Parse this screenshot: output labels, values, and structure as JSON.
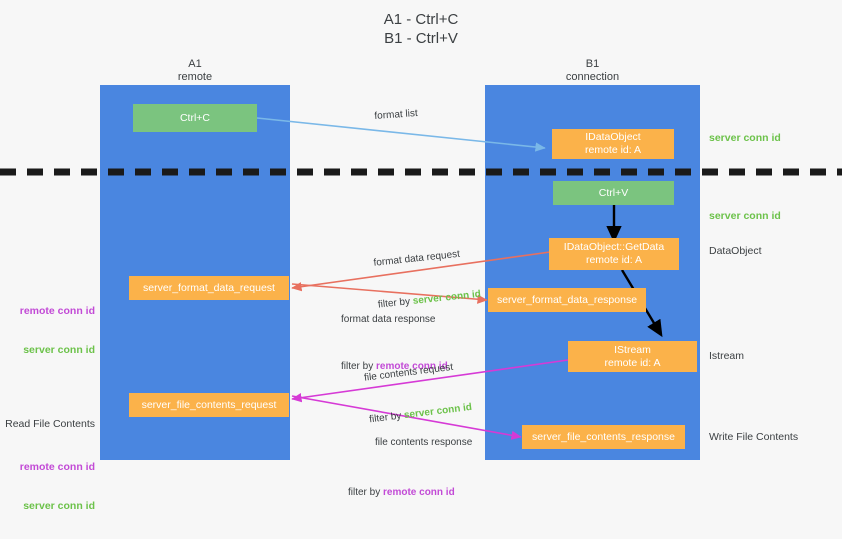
{
  "title": "A1 - Ctrl+C\nB1 - Ctrl+V",
  "lanes": [
    {
      "id": "a1",
      "name": "A1",
      "role": "remote",
      "header": "A1\nremote"
    },
    {
      "id": "b1",
      "name": "B1",
      "role": "connection",
      "header": "B1\nconnection"
    }
  ],
  "colors": {
    "lane": "#4a86e0",
    "green_box": "#7bc47f",
    "orange_box": "#fbb24a",
    "server_conn_id": "#6cc24a",
    "remote_conn_id": "#c24ad6",
    "text": "#3c4043",
    "background": "#f7f7f7",
    "arrow_format_list": "#7ab8e8",
    "arrow_format_data": "#e8705f",
    "arrow_file_contents": "#d63ad6",
    "arrow_black": "#000000"
  },
  "boxes": {
    "ctrl_c": "Ctrl+C",
    "ctrl_v": "Ctrl+V",
    "idataobject": "IDataObject\nremote id: A",
    "idataobject_getdata": "IDataObject::GetData\nremote id: A",
    "istream": "IStream\nremote id: A",
    "server_format_data_request": "server_format_data_request",
    "server_format_data_response": "server_format_data_response",
    "server_file_contents_request": "server_file_contents_request",
    "server_file_contents_response": "server_file_contents_response"
  },
  "edge_labels": {
    "format_list": "format list",
    "format_data_request": "format data request",
    "format_data_request_filter_prefix": "filter by ",
    "format_data_request_filter_value": "server conn id",
    "format_data_response": "format data response",
    "format_data_response_filter_prefix": "filter by ",
    "format_data_response_filter_value": "remote conn id",
    "file_contents_request": "file contents request",
    "file_contents_request_filter_prefix": "filter by ",
    "file_contents_request_filter_value": "server conn id",
    "file_contents_response": "file contents response",
    "file_contents_response_filter_prefix": "filter by ",
    "file_contents_response_filter_value": "remote conn id"
  },
  "right_labels": {
    "server_conn_id_top": "server conn id",
    "server_conn_id_mid": "server conn id",
    "dataobject": "DataObject",
    "istream": "Istream",
    "write_file_contents": "Write File Contents"
  },
  "left_labels": {
    "conn_ids_mid_remote": "remote conn id",
    "conn_ids_mid_server": "server conn id",
    "read_file_contents": "Read File Contents",
    "conn_ids_low_remote": "remote conn id",
    "conn_ids_low_server": "server conn id"
  }
}
